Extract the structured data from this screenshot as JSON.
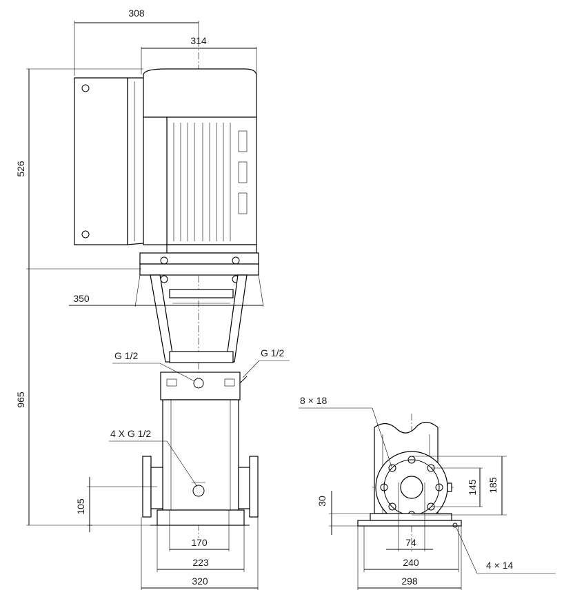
{
  "dimensions": {
    "d308": "308",
    "d314": "314",
    "d526": "526",
    "d350": "350",
    "d965": "965",
    "d105": "105",
    "d170": "170",
    "d223": "223",
    "d320": "320",
    "d30": "30",
    "d74": "74",
    "d240": "240",
    "d298": "298",
    "d145": "145",
    "d185": "185"
  },
  "callouts": {
    "g12_left": "G 1/2",
    "g12_right": "G 1/2",
    "four_g12": "4 X G 1/2",
    "holes_8x18": "8 × 18",
    "holes_4x14": "4 × 14"
  }
}
